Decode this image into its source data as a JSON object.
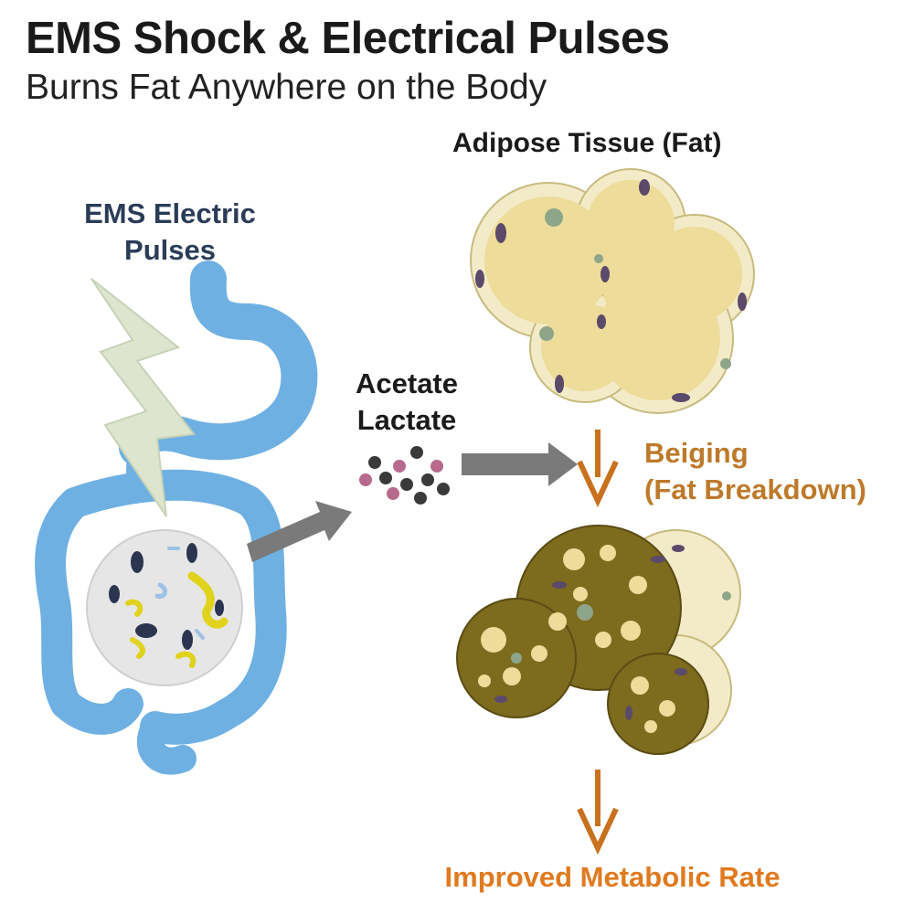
{
  "title": "EMS Shock & Electrical Pulses",
  "subtitle": "Burns Fat Anywhere on the Body",
  "labels": {
    "adipose": "Adipose Tissue (Fat)",
    "ems_line1": "EMS Electric",
    "ems_line2": "Pulses",
    "acetate": "Acetate",
    "lactate": "Lactate",
    "beiging_line1": "Beiging",
    "beiging_line2": "(Fat Breakdown)",
    "metabolic": "Improved Metabolic Rate"
  },
  "colors": {
    "title": "#1a1a1a",
    "ems_label": "#2b3c57",
    "beiging_label": "#bd7a2a",
    "metabolic_label": "#e07a1f",
    "organ": "#6fb0e3",
    "fat_cell": "#eddc9a",
    "beige_cell": "#7d6b1e",
    "arrow_gray": "#7a7a7a",
    "arrow_orange": "#c8711f"
  }
}
